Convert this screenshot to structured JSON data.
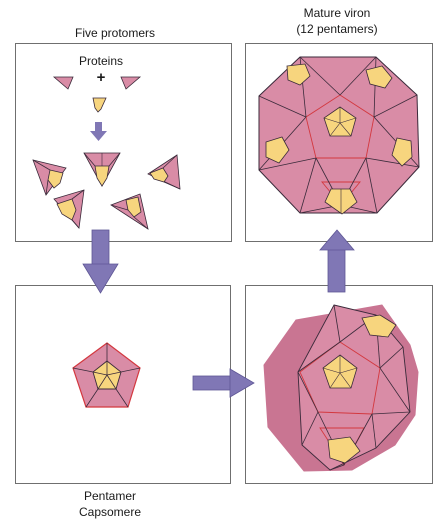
{
  "labels": {
    "five_protomers": "Five protomers",
    "proteins": "Proteins",
    "plus": "+",
    "mature_line1": "Mature viron",
    "mature_line2": "(12 pentamers)",
    "pentamer_line1": "Pentamer",
    "pentamer_line2": "Capsomere"
  },
  "colors": {
    "capsid_pink": "#d98ca6",
    "capsid_pink_dark": "#c97592",
    "edge_red": "#d3383f",
    "protein_yellow": "#f7d57e",
    "arrow_purple": "#8077b5",
    "arrow_purple_dark": "#5f5796",
    "line_dark": "#3a2a3a",
    "box_border": "#6f6f6f"
  }
}
